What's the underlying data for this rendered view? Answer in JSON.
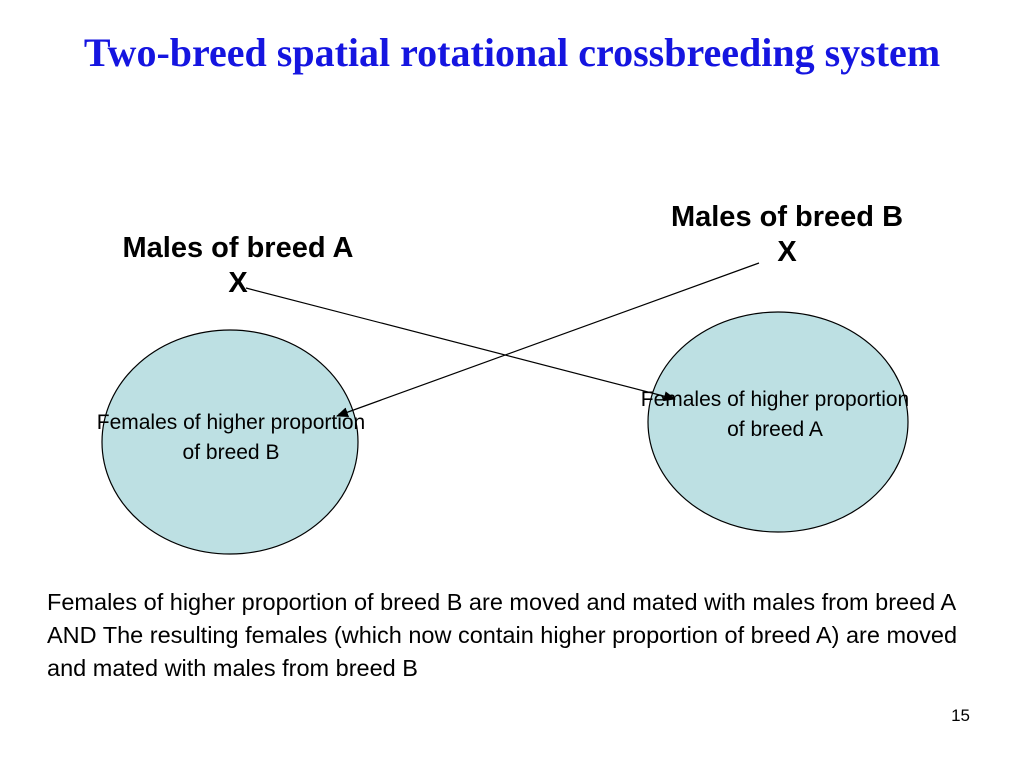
{
  "slide": {
    "title": "Two-breed spatial rotational crossbreeding system",
    "males_a": {
      "label": "Males of breed A",
      "symbol": "X"
    },
    "males_b": {
      "label": "Males of breed B",
      "symbol": "X"
    },
    "females_b": {
      "label": "Females of higher proportion of breed B"
    },
    "females_a": {
      "label": "Females of higher proportion of breed A"
    },
    "caption": "Females of higher proportion of breed B are moved and mated with males from breed A AND The resulting females (which now contain higher proportion of breed A) are moved and mated with males from breed B",
    "slide_number": "15"
  },
  "colors": {
    "title": "#1515e0",
    "circle_fill": "#bde0e3",
    "circle_stroke": "#000000"
  }
}
